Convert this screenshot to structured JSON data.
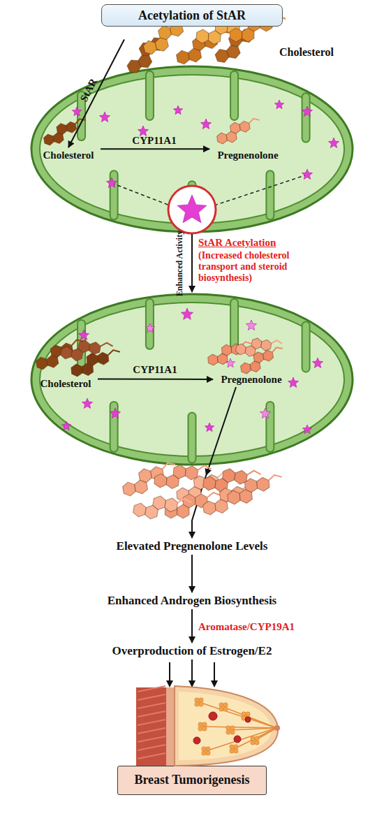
{
  "diagram": {
    "title": "Acetylation of StAR",
    "nodes": [
      {
        "text": [
          "Cholesterol"
        ]
      },
      {
        "text": []
      },
      {
        "text": [
          "Cholesterol"
        ],
        "in": 1
      },
      {
        "text": [
          "Pregnenolone"
        ],
        "in": 1
      },
      {
        "text": []
      },
      {
        "text": [
          "Cholesterol"
        ],
        "in": 4
      },
      {
        "text": [
          "Pregnenolone"
        ],
        "in": 4
      },
      {
        "text": [
          "Elevated Pregnenolone Levels"
        ]
      },
      {
        "text": [
          "Enhanced Androgen Biosynthesis"
        ]
      },
      {
        "text": [
          "Overproduction of Estrogen/E2"
        ]
      },
      {
        "text": [
          "Breast Tumorigenesis"
        ]
      }
    ],
    "edges": [
      {
        "from": 0,
        "to": 2,
        "label": "StAR",
        "arrow": "to"
      },
      {
        "from": 2,
        "to": 3,
        "label": "CYP11A1",
        "arrow": "to"
      },
      {
        "from": 1,
        "to": 4,
        "label": "Enhanced Activity",
        "arrow": "to"
      },
      {
        "from": 5,
        "to": 6,
        "label": "CYP11A1",
        "arrow": "to"
      },
      {
        "from": 6,
        "to": 7,
        "arrow": "to"
      },
      {
        "from": 7,
        "to": 8,
        "arrow": "to"
      },
      {
        "from": 8,
        "to": 9,
        "label": "Aromatase/CYP19A1",
        "arrow": "to"
      },
      {
        "from": 9,
        "to": 10,
        "arrow": "to"
      }
    ],
    "labels": [
      "StAR Acetylation",
      "(Increased cholesterol transport and steroid biosynthesis)"
    ]
  }
}
